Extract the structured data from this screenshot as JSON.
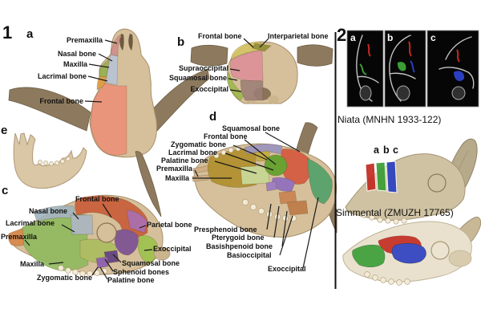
{
  "figure": {
    "section1": {
      "number": "1",
      "panel_a": {
        "letter": "a",
        "labels": {
          "premaxilla": "Premaxilla",
          "nasal": "Nasal bone",
          "maxilla": "Maxilla",
          "lacrimal": "Lacrimal bone",
          "frontal": "Frontal bone"
        }
      },
      "panel_b": {
        "letter": "b",
        "labels": {
          "frontal": "Frontal bone",
          "interparietal": "Interparietal bone",
          "supraoccipital": "Supraoccipital",
          "squamosal": "Squamosal bone",
          "exoccipital": "Exoccipital"
        }
      },
      "panel_c": {
        "letter": "c",
        "labels": {
          "frontal": "Frontal bone",
          "nasal": "Nasal bone",
          "lacrimal": "Lacrimal bone",
          "premaxilla": "Premaxilla",
          "maxilla": "Maxilla",
          "zygomatic": "Zygomatic bone",
          "parietal": "Parietal bone",
          "exoccipital": "Exoccipital",
          "squamosal": "Squamosal bone",
          "sphenoid": "Sphenoid bones",
          "palatine": "Palatine bone"
        }
      },
      "panel_d": {
        "letter": "d",
        "labels": {
          "squamosal": "Squamosal bone",
          "frontal": "Frontal bone",
          "zygomatic": "Zygomatic bone",
          "lacrimal": "Lacrimal bone",
          "palatine": "Palatine bone",
          "premaxilla": "Premaxilla",
          "maxilla": "Maxilla",
          "presphenoid": "Presphenoid bone",
          "pterygoid": "Pterygoid bone",
          "basisphenoid": "Basishpenoid bone",
          "basioccipital": "Basioccipital",
          "exoccipital": "Exoccipital"
        }
      },
      "panel_e": {
        "letter": "e"
      }
    },
    "section2": {
      "number": "2",
      "ct_letters": [
        "a",
        "b",
        "c"
      ],
      "niata_caption": "Niata (MNHN 1933-122)",
      "niata_section_marks": [
        "a",
        "b",
        "c"
      ],
      "simmental_caption": "Simmental (ZMUZH 17765)"
    },
    "colors": {
      "bone": "#d5c09b",
      "bone_light": "#e9e1cd",
      "bone_niata": "#cfc2a2",
      "horn": "#8d7a5e",
      "horn_light": "#b7aa8a",
      "teeth": "#f2ebd6",
      "divider": "#111111",
      "ct_background": "#060606",
      "ct_outline": "#c2c2c2",
      "highlight_red": "#c32b20",
      "highlight_green": "#3a9e35",
      "highlight_blue": "#2a3fc0",
      "pa": {
        "premaxilla": "#d18c8c",
        "nasal": "#b9c3d6",
        "maxilla": "#93b050",
        "lacrimal": "#dd9b3d",
        "frontal": "#ec9179"
      },
      "pb": {
        "frontal": "#d4c462",
        "interparietal": "#8f8c2e",
        "supraoccipital": "#dd8f99",
        "squamosal": "#9cb84a",
        "exoccipital": "#9d7f76"
      },
      "pc": {
        "frontal": "#c85c38",
        "nasal": "#9fb3bd",
        "lacrimal": "#a8b6c0",
        "premaxilla": "#d8874a",
        "maxilla": "#8fba5e",
        "zygomatic": "#aabd5e",
        "parietal": "#a866a8",
        "squamosal": "#7b4e94",
        "sphenoid": "#5f3f7e",
        "palatine": "#8a5cb0",
        "exoccipital": "#9cc34c"
      },
      "pd": {
        "squamosal": "#d4573c",
        "frontal": "#5f9e28",
        "zygomatic": "#9b93c0",
        "lacrimal": "#c3aa3c",
        "palatine": "#c6d794",
        "premaxilla": "#cfae85",
        "maxilla": "#b08f2c",
        "presphenoid": "#9a7ac4",
        "pterygoid": "#8f6cc0",
        "basisphenoid": "#c8834e",
        "basioccipital": "#bd7a46",
        "exoccipital": "#51a06a"
      }
    }
  }
}
